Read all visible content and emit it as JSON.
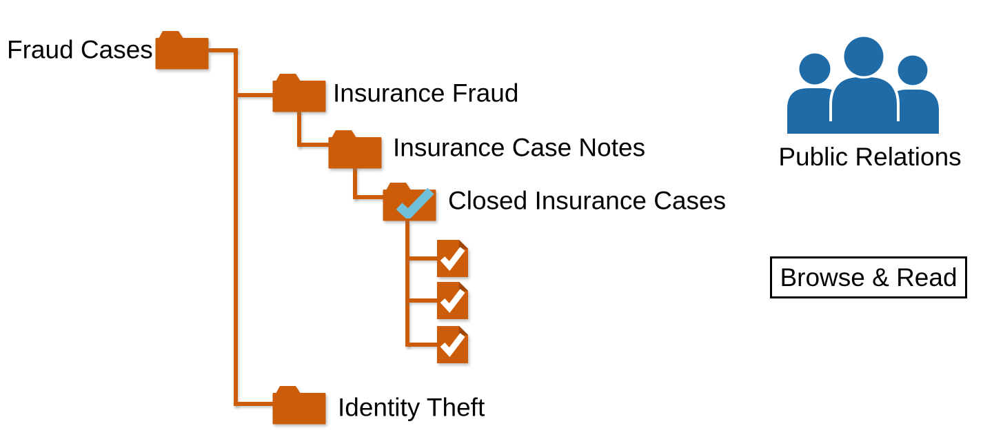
{
  "colors": {
    "folder_orange": "#CC5C08",
    "doc_fold_dark": "#A04607",
    "check_blue": "#6FC1DB",
    "doc_check_white": "#FFFFFF",
    "people_blue": "#1F6BA8",
    "text": "#000000",
    "permission_border": "#000000"
  },
  "tree": {
    "nodes": [
      {
        "id": "fraud-cases",
        "label": "Fraud Cases",
        "level": 0,
        "checked": false
      },
      {
        "id": "insurance-fraud",
        "label": "Insurance Fraud",
        "level": 1,
        "checked": false
      },
      {
        "id": "insurance-case-notes",
        "label": "Insurance Case Notes",
        "level": 2,
        "checked": false
      },
      {
        "id": "closed-insurance-cases",
        "label": "Closed Insurance Cases",
        "level": 3,
        "checked": true
      },
      {
        "id": "identity-theft",
        "label": "Identity Theft",
        "level": 1,
        "checked": false
      }
    ],
    "documents": {
      "count": 3,
      "icon": "document-check-icon",
      "parent": "closed-insurance-cases"
    }
  },
  "group": {
    "icon": "people-group-icon",
    "label": "Public Relations"
  },
  "permission": {
    "label": "Browse & Read"
  }
}
